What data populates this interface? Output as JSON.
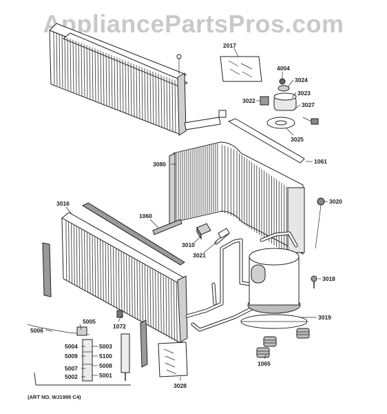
{
  "watermark": "AppliancePartsPros.com",
  "art_number": "(ART NO. WJ1995 C4)",
  "callouts": [
    {
      "id": "2017",
      "text": "2017"
    },
    {
      "id": "4004",
      "text": "4004"
    },
    {
      "id": "3024",
      "text": "3024"
    },
    {
      "id": "3023",
      "text": "3023"
    },
    {
      "id": "3022",
      "text": "3022"
    },
    {
      "id": "3027",
      "text": "3027"
    },
    {
      "id": "3025",
      "text": "3025"
    },
    {
      "id": "3080",
      "text": "3080"
    },
    {
      "id": "1061",
      "text": "1061"
    },
    {
      "id": "3020",
      "text": "3020"
    },
    {
      "id": "3016",
      "text": "3016"
    },
    {
      "id": "1060",
      "text": "1060"
    },
    {
      "id": "3010",
      "text": "3010"
    },
    {
      "id": "3021",
      "text": "3021"
    },
    {
      "id": "3018",
      "text": "3018"
    },
    {
      "id": "3019",
      "text": "3019"
    },
    {
      "id": "5005",
      "text": "5005"
    },
    {
      "id": "5006",
      "text": "5006"
    },
    {
      "id": "1072",
      "text": "1072"
    },
    {
      "id": "5004",
      "text": "5004"
    },
    {
      "id": "5003",
      "text": "5003"
    },
    {
      "id": "5009",
      "text": "5009"
    },
    {
      "id": "5100",
      "text": "5100"
    },
    {
      "id": "5007",
      "text": "5007"
    },
    {
      "id": "5008",
      "text": "5008"
    },
    {
      "id": "5002",
      "text": "5002"
    },
    {
      "id": "5001",
      "text": "5001"
    },
    {
      "id": "1065",
      "text": "1065"
    },
    {
      "id": "3028",
      "text": "3028"
    }
  ]
}
